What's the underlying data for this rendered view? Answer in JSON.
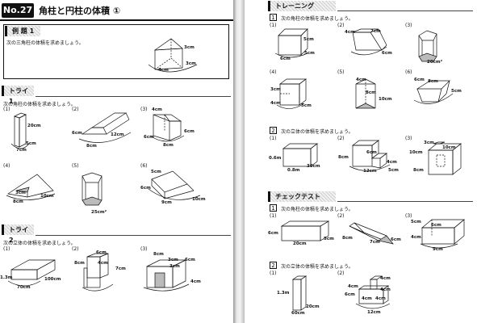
{
  "left": {
    "badge": "No.27",
    "title": "角柱と円柱の体積 ①",
    "example": {
      "heading": "例 題 1",
      "instruction": "次の三角柱の体積を求めましょう。",
      "labels": [
        "3cm",
        "4cm",
        "3cm"
      ]
    },
    "try1": {
      "heading": "トライ 1",
      "instruction": "次の角柱の体積を求めましょう。",
      "items": [
        {
          "num": "(1)",
          "labels": [
            "20cm",
            "5cm",
            "7cm"
          ]
        },
        {
          "num": "(2)",
          "labels": [
            "6cm",
            "12cm",
            "8cm"
          ]
        },
        {
          "num": "(3)",
          "labels": [
            "4cm",
            "6cm",
            "6cm",
            "8cm"
          ]
        },
        {
          "num": "(4)",
          "labels": [
            "3cm",
            "10cm",
            "8cm"
          ]
        },
        {
          "num": "(5)",
          "labels": [
            "25cm²"
          ]
        },
        {
          "num": "(6)",
          "labels": [
            "5cm",
            "6cm",
            "9cm",
            "10cm"
          ]
        }
      ]
    },
    "try2": {
      "heading": "トライ 2",
      "instruction": "次の立体の体積を求めましょう。",
      "items": [
        {
          "num": "(1)",
          "labels": [
            "1.3m",
            "70cm",
            "100cm"
          ]
        },
        {
          "num": "(2)",
          "labels": [
            "6cm",
            "8cm",
            "4cm",
            "7cm"
          ]
        },
        {
          "num": "(3)",
          "labels": [
            "8cm",
            "3cm",
            "3cm",
            "6cm",
            "4cm"
          ]
        }
      ]
    }
  },
  "right": {
    "training": {
      "heading": "トレーニング",
      "group1": {
        "box": "1",
        "instruction": "次の角柱の体積を求めましょう。",
        "items": [
          {
            "num": "(1)",
            "labels": [
              "5cm",
              "5cm",
              "6cm"
            ]
          },
          {
            "num": "(2)",
            "labels": [
              "4cm",
              "7cm",
              "6cm"
            ]
          },
          {
            "num": "(3)",
            "labels": [
              "20cm²"
            ]
          },
          {
            "num": "(4)",
            "labels": [
              "3cm",
              "4cm",
              "5cm"
            ]
          },
          {
            "num": "(5)",
            "labels": [
              "4cm",
              "8cm",
              "10cm"
            ]
          },
          {
            "num": "(6)",
            "labels": [
              "6cm",
              "8cm",
              "5cm"
            ]
          }
        ]
      },
      "group2": {
        "box": "2",
        "instruction": "次の立体の体積を求めましょう。",
        "items": [
          {
            "num": "(1)",
            "labels": [
              "0.6m",
              "0.8m",
              "30cm"
            ]
          },
          {
            "num": "(2)",
            "labels": [
              "6cm",
              "8cm",
              "4cm",
              "12cm",
              "5cm"
            ]
          },
          {
            "num": "(3)",
            "labels": [
              "3cm",
              "10cm",
              "10cm",
              "8cm"
            ]
          }
        ]
      }
    },
    "check": {
      "heading": "チェックテスト",
      "group1": {
        "box": "1",
        "instruction": "次の角柱の体積を求めましょう。",
        "items": [
          {
            "num": "(1)",
            "labels": [
              "6cm",
              "20cm",
              "5cm"
            ]
          },
          {
            "num": "(2)",
            "labels": [
              "8cm",
              "7cm",
              "6cm"
            ]
          },
          {
            "num": "(3)",
            "labels": [
              "5cm",
              "6cm",
              "4cm",
              "9cm"
            ]
          }
        ]
      },
      "group2": {
        "box": "2",
        "instruction": "次の立体の体積を求めましょう。",
        "items": [
          {
            "num": "(1)",
            "labels": [
              "1.3m",
              "20cm",
              "60cm"
            ]
          },
          {
            "num": "(2)",
            "labels": [
              "4cm",
              "4cm",
              "4cm",
              "6cm",
              "4cm",
              "4cm",
              "12cm"
            ]
          }
        ]
      }
    }
  }
}
